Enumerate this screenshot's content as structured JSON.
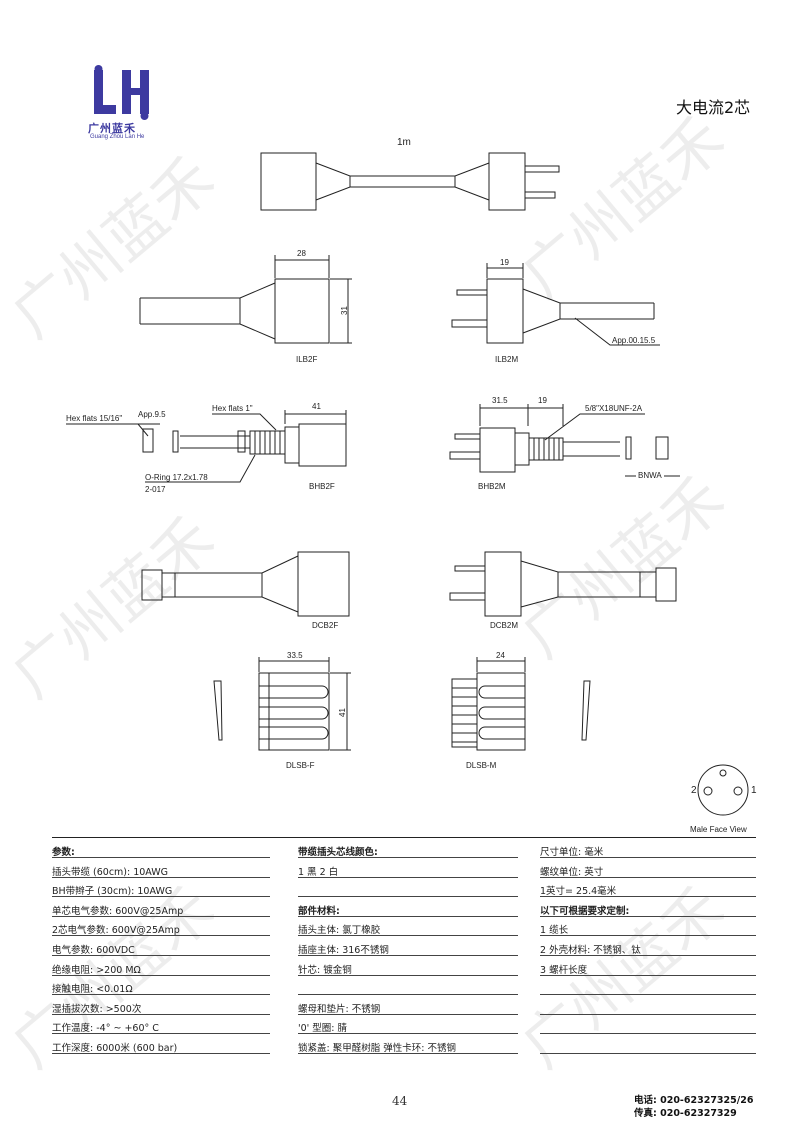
{
  "brand": {
    "logo_letters": "LH",
    "name_cn": "广州蓝禾",
    "name_pinyin": "Guang Zhou Lan He",
    "logo_color": "#3d3aa0"
  },
  "watermark": "广州蓝禾",
  "title": "大电流2芯",
  "drawings": {
    "cable_length": "1m",
    "ilb2f": {
      "label": "ILB2F",
      "dim_width": "28",
      "dim_height": "31"
    },
    "ilb2m": {
      "label": "ILB2M",
      "dim_width": "19",
      "callout": "App.00.15.5"
    },
    "bhb2f": {
      "label": "BHB2F",
      "dim_width": "41",
      "hex_flats_left": "Hex flats 15/16\"",
      "app": "App.9.5",
      "hex_flats_1": "Hex flats 1\"",
      "oring": "O-Ring 17.2x1.78",
      "oring_code": "2-017"
    },
    "bhb2m": {
      "label": "BHB2M",
      "dim_a": "31.5",
      "dim_b": "19",
      "thread": "5/8\"X18UNF-2A",
      "bnwa": "BNWA"
    },
    "dcb2f": {
      "label": "DCB2F"
    },
    "dcb2m": {
      "label": "DCB2M"
    },
    "dlsbf": {
      "label": "DLSB-F",
      "dim_width": "33.5",
      "dim_height": "41"
    },
    "dlsbm": {
      "label": "DLSB-M",
      "dim_width": "24"
    },
    "face": {
      "pin_left": "2",
      "pin_right": "1",
      "caption": "Male Face View"
    }
  },
  "spec": {
    "col1": [
      {
        "text": "参数:",
        "head": true
      },
      {
        "text": "插头带缆 (60cm): 10AWG"
      },
      {
        "text": "BH带辫子 (30cm): 10AWG"
      },
      {
        "text": "单芯电气参数: 600V@25Amp"
      },
      {
        "text": "2芯电气参数: 600V@25Amp"
      },
      {
        "text": "电气参数: 600VDC"
      },
      {
        "text": "绝缘电阻: >200 MΩ"
      },
      {
        "text": "接触电阻: <0.01Ω"
      },
      {
        "text": "湿插拔次数: >500次"
      },
      {
        "text": "工作温度: -4° ~ +60° C"
      },
      {
        "text": "工作深度: 6000米 (600 bar)"
      }
    ],
    "col2": [
      {
        "text": "带缆插头芯线颜色:",
        "head": true
      },
      {
        "text": "1 黑    2 白"
      },
      {
        "text": ""
      },
      {
        "text": "部件材料:",
        "head": true
      },
      {
        "text": "插头主体: 氯丁橡胶"
      },
      {
        "text": "插座主体: 316不锈钢"
      },
      {
        "text": "针芯: 镀金铜"
      },
      {
        "text": ""
      },
      {
        "text": "螺母和垫片: 不锈钢"
      },
      {
        "text": "'0'  型圈: 腈"
      },
      {
        "text": "锁紧盖: 聚甲醛树脂  弹性卡环: 不锈钢"
      }
    ],
    "col3": [
      {
        "text": "尺寸单位: 毫米"
      },
      {
        "text": "螺纹单位: 英寸"
      },
      {
        "text": "1英寸= 25.4毫米"
      },
      {
        "text": "以下可根据要求定制:",
        "head": true
      },
      {
        "text": "1 缆长"
      },
      {
        "text": "2 外壳材料: 不锈钢、钛"
      },
      {
        "text": "3 螺杆长度"
      },
      {
        "text": ""
      },
      {
        "text": ""
      },
      {
        "text": ""
      },
      {
        "text": ""
      }
    ]
  },
  "footer": {
    "page": "44",
    "phone": "电话: 020-62327325/26",
    "fax": "传真: 020-62327329"
  }
}
